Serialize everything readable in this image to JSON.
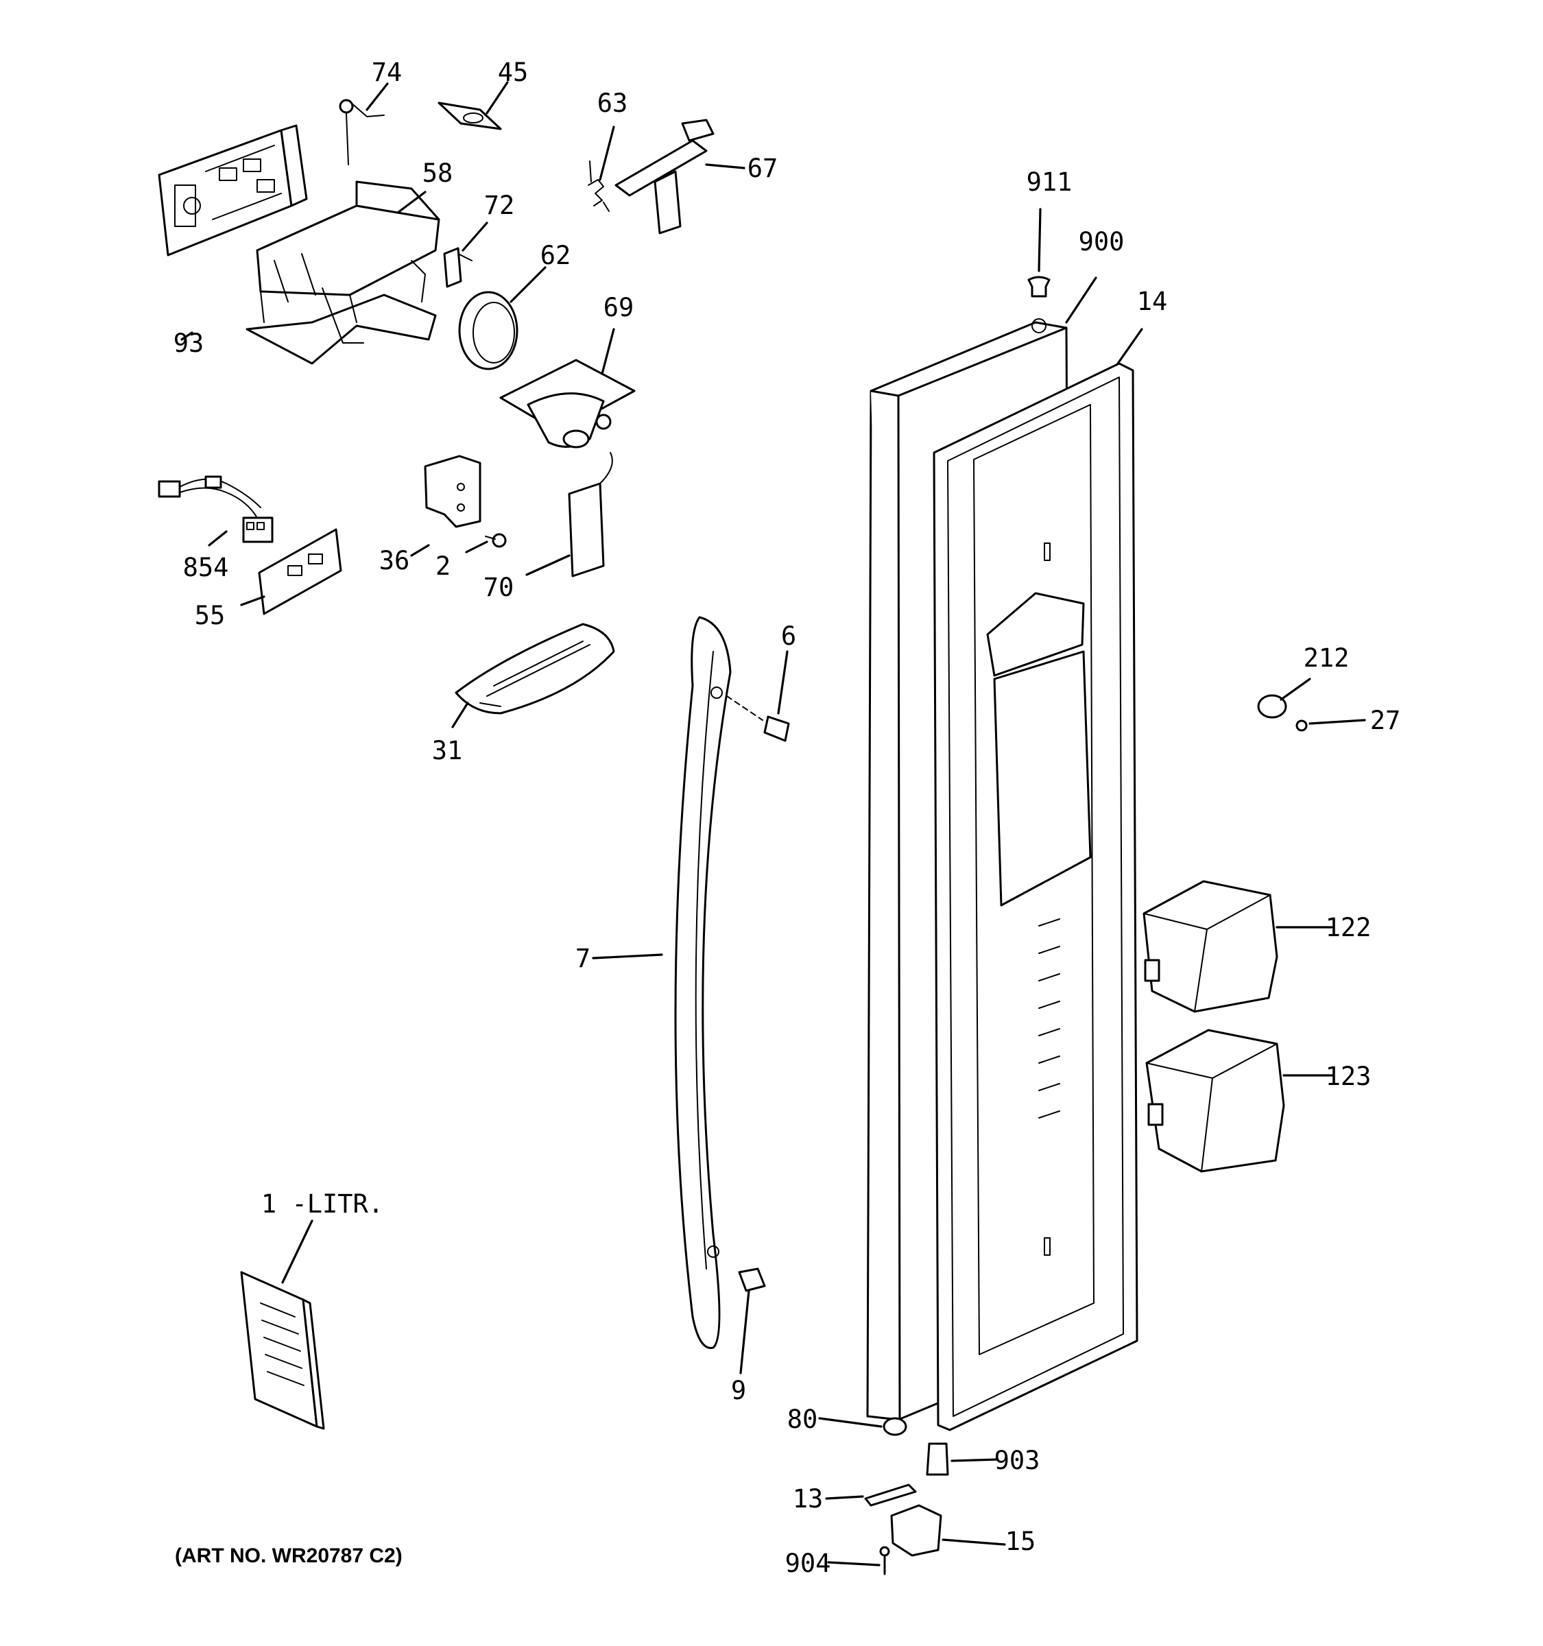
{
  "art_number": "(ART NO. WR20787 C2)",
  "callouts": [
    {
      "id": "74",
      "label": "74"
    },
    {
      "id": "45",
      "label": "45"
    },
    {
      "id": "63",
      "label": "63"
    },
    {
      "id": "67",
      "label": "67"
    },
    {
      "id": "58",
      "label": "58"
    },
    {
      "id": "72",
      "label": "72"
    },
    {
      "id": "62",
      "label": "62"
    },
    {
      "id": "93",
      "label": "93"
    },
    {
      "id": "69",
      "label": "69"
    },
    {
      "id": "911",
      "label": "911"
    },
    {
      "id": "900",
      "label": "900"
    },
    {
      "id": "14",
      "label": "14"
    },
    {
      "id": "854",
      "label": "854"
    },
    {
      "id": "36",
      "label": "36"
    },
    {
      "id": "2",
      "label": "2"
    },
    {
      "id": "70",
      "label": "70"
    },
    {
      "id": "55",
      "label": "55"
    },
    {
      "id": "6",
      "label": "6"
    },
    {
      "id": "31",
      "label": "31"
    },
    {
      "id": "212",
      "label": "212"
    },
    {
      "id": "27",
      "label": "27"
    },
    {
      "id": "122",
      "label": "122"
    },
    {
      "id": "7",
      "label": "7"
    },
    {
      "id": "123",
      "label": "123"
    },
    {
      "id": "1-LITR",
      "label": "1 -LITR."
    },
    {
      "id": "9",
      "label": "9"
    },
    {
      "id": "80",
      "label": "80"
    },
    {
      "id": "903",
      "label": "903"
    },
    {
      "id": "13",
      "label": "13"
    },
    {
      "id": "15",
      "label": "15"
    },
    {
      "id": "904",
      "label": "904"
    }
  ]
}
